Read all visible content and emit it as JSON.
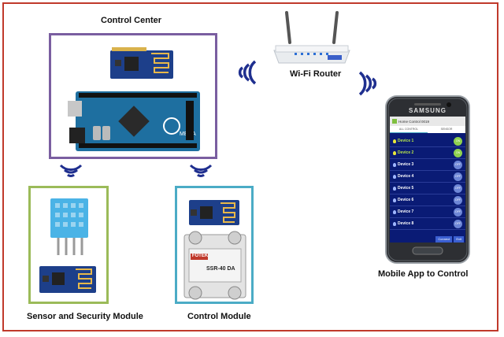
{
  "labels": {
    "control_center": "Control Center",
    "wifi_router": "Wi-Fi Router",
    "mobile_app": "Mobile App to Control",
    "sensor_module": "Sensor and Security Module",
    "control_module": "Control Module"
  },
  "phone": {
    "brand": "SAMSUNG",
    "app_title": "Home Control 0019",
    "tabs": [
      "ALL CONTROL",
      "SENSOR"
    ],
    "devices": [
      {
        "name": "Device 1",
        "state": "ON"
      },
      {
        "name": "Device 2",
        "state": "ON"
      },
      {
        "name": "Device 3",
        "state": "OFF"
      },
      {
        "name": "Device 4",
        "state": "OFF"
      },
      {
        "name": "Device 5",
        "state": "OFF"
      },
      {
        "name": "Device 6",
        "state": "OFF"
      },
      {
        "name": "Device 7",
        "state": "OFF"
      },
      {
        "name": "Device 8",
        "state": "OFF"
      }
    ],
    "connect_label": "Connect",
    "exit_label": "Exit"
  },
  "relay": {
    "brand": "FOTEK",
    "model": "SSR-40 DA"
  },
  "colors": {
    "border": "#c0392b",
    "control_center_box": "#7a5ea0",
    "sensor_box": "#9bbb59",
    "control_box": "#4bacc6",
    "signal": "#1f2f8f"
  }
}
